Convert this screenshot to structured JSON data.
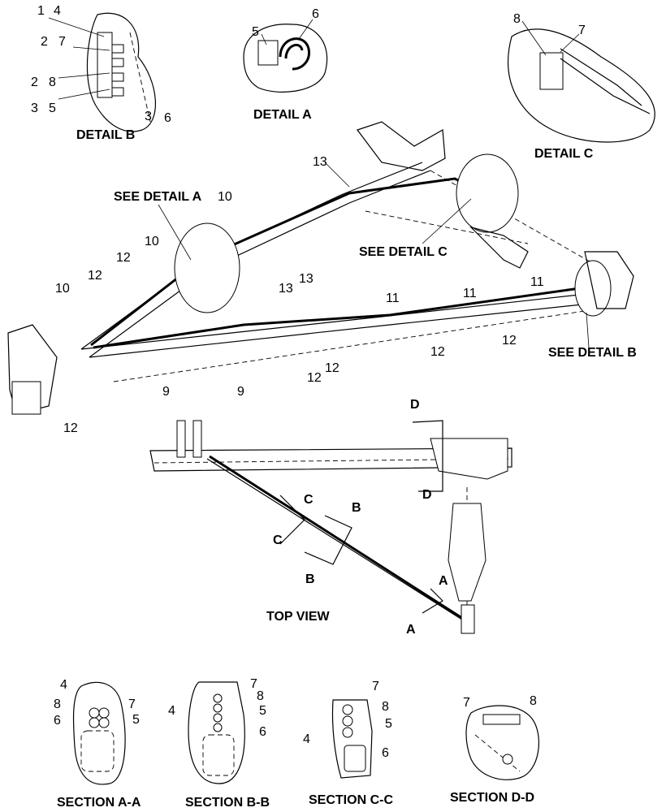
{
  "details": {
    "b": {
      "title": "DETAIL B",
      "labels": [
        "1",
        "4",
        "2",
        "7",
        "2",
        "8",
        "3",
        "5",
        "3",
        "6"
      ]
    },
    "a": {
      "title": "DETAIL A",
      "labels": [
        "5",
        "6"
      ]
    },
    "c": {
      "title": "DETAIL C",
      "labels": [
        "8",
        "7"
      ]
    }
  },
  "main": {
    "callouts": {
      "see_a": "SEE DETAIL A",
      "see_b": "SEE DETAIL B",
      "see_c": "SEE DETAIL C"
    },
    "labels": [
      "13",
      "10",
      "10",
      "12",
      "10",
      "13",
      "13",
      "11",
      "11",
      "11",
      "12",
      "12",
      "12",
      "9",
      "9",
      "12",
      "12",
      "12"
    ]
  },
  "top_view": {
    "title": "TOP VIEW",
    "section_letters": [
      "D",
      "D",
      "C",
      "C",
      "B",
      "B",
      "A",
      "A"
    ]
  },
  "sections": [
    {
      "title": "SECTION  A-A",
      "labels": [
        "4",
        "8",
        "7",
        "6",
        "5"
      ]
    },
    {
      "title": "SECTION  B-B",
      "labels": [
        "7",
        "8",
        "4",
        "5",
        "6"
      ]
    },
    {
      "title": "SECTION  C-C",
      "labels": [
        "7",
        "8",
        "5",
        "4",
        "6"
      ]
    },
    {
      "title": "SECTION  D-D",
      "labels": [
        "7",
        "8"
      ]
    }
  ]
}
